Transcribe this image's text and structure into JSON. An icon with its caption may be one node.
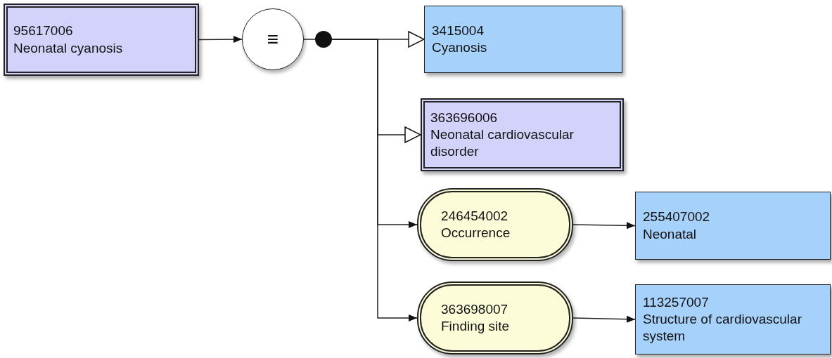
{
  "diagram": {
    "nodes": [
      {
        "text": [
          "95617006",
          "Neonatal cyanosis"
        ]
      },
      {
        "text": [
          "≡"
        ]
      },
      {
        "text": [],
        "shape": "circle"
      },
      {
        "text": [
          "3415004",
          "Cyanosis"
        ]
      },
      {
        "text": [
          "363696006",
          "Neonatal cardiovascular disorder"
        ]
      },
      {
        "text": [
          "246454002",
          "Occurrence"
        ]
      },
      {
        "text": [
          "255407002",
          "Neonatal"
        ]
      },
      {
        "text": [
          "363698007",
          "Finding site"
        ]
      },
      {
        "text": [
          "113257007",
          "Structure of cardiovascular system"
        ]
      }
    ],
    "edges": [
      {
        "from": 0,
        "to": 1,
        "arrow": "to"
      },
      {
        "from": 1,
        "to": 2,
        "arrow": "none"
      },
      {
        "from": 2,
        "to": 3,
        "arrow": "to"
      },
      {
        "from": 2,
        "to": 4,
        "arrow": "to"
      },
      {
        "from": 2,
        "to": 5,
        "arrow": "to"
      },
      {
        "from": 2,
        "to": 7,
        "arrow": "to"
      },
      {
        "from": 5,
        "to": 6,
        "arrow": "to"
      },
      {
        "from": 7,
        "to": 8,
        "arrow": "to"
      }
    ]
  }
}
